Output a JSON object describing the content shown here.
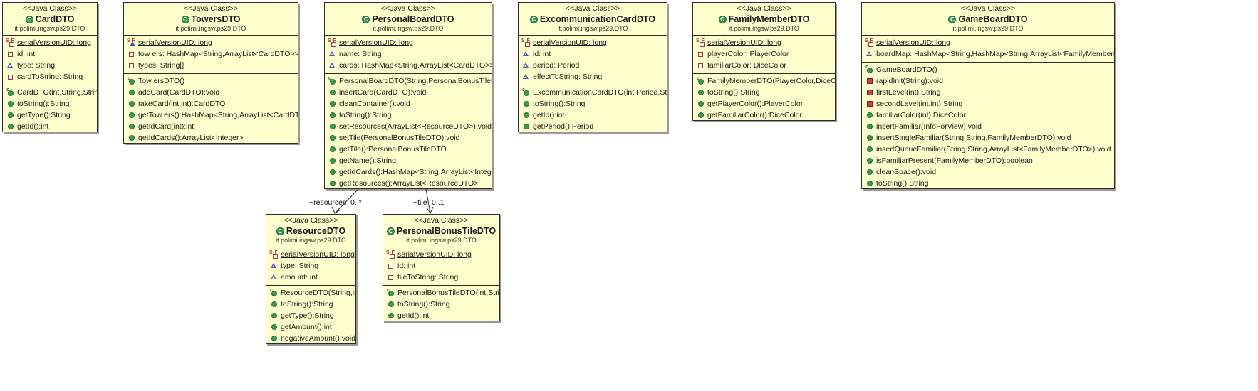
{
  "classes": {
    "carddto": {
      "stereotype": "<<Java Class>>",
      "name": "CardDTO",
      "package": "it.polimi.ingsw.ps29.DTO",
      "fields": [
        {
          "text": "serialVersionUID: long",
          "icon": "static-final-private-icon",
          "underline": true
        },
        {
          "text": "id: int",
          "icon": "private-field-icon"
        },
        {
          "text": "type: String",
          "icon": "package-field-icon"
        },
        {
          "text": "cardToString: String",
          "icon": "private-field-icon"
        }
      ],
      "methods": [
        {
          "text": "CardDTO(int,String,String)",
          "icon": "constructor-icon"
        },
        {
          "text": "toString():String",
          "icon": "public-method-icon"
        },
        {
          "text": "getType():String",
          "icon": "public-method-icon"
        },
        {
          "text": "getId():int",
          "icon": "public-method-icon"
        }
      ]
    },
    "towersdto": {
      "stereotype": "<<Java Class>>",
      "name": "TowersDTO",
      "package": "it.polimi.ingsw.ps29.DTO",
      "fields": [
        {
          "text": "serialVersionUID: long",
          "icon": "static-final-package-icon",
          "underline": true
        },
        {
          "text": "tow ers: HashMap<String,ArrayList<CardDTO>>",
          "icon": "private-field-icon"
        },
        {
          "text": "types: String[]",
          "icon": "private-field-icon"
        }
      ],
      "methods": [
        {
          "text": "Tow ersDTO()",
          "icon": "constructor-icon"
        },
        {
          "text": "addCard(CardDTO):void",
          "icon": "public-method-icon"
        },
        {
          "text": "takeCard(int,int):CardDTO",
          "icon": "public-method-icon"
        },
        {
          "text": "getTow ers():HashMap<String,ArrayList<CardDTO>>",
          "icon": "public-method-icon"
        },
        {
          "text": "getIdCard(int):int",
          "icon": "public-method-icon"
        },
        {
          "text": "getIdCards():ArrayList<Integer>",
          "icon": "public-method-icon"
        }
      ]
    },
    "personalboarddto": {
      "stereotype": "<<Java Class>>",
      "name": "PersonalBoardDTO",
      "package": "it.polimi.ingsw.ps29.DTO",
      "fields": [
        {
          "text": "serialVersionUID: long",
          "icon": "static-final-private-icon",
          "underline": true
        },
        {
          "text": "name: String",
          "icon": "package-field-icon"
        },
        {
          "text": "cards: HashMap<String,ArrayList<CardDTO>>",
          "icon": "package-field-icon"
        }
      ],
      "methods": [
        {
          "text": "PersonalBoardDTO(String,PersonalBonusTileDTO)",
          "icon": "constructor-icon"
        },
        {
          "text": "insertCard(CardDTO):void",
          "icon": "public-method-icon"
        },
        {
          "text": "cleanContainer():void",
          "icon": "public-method-icon"
        },
        {
          "text": "toString():String",
          "icon": "public-method-icon"
        },
        {
          "text": "setResources(ArrayList<ResourceDTO>):void",
          "icon": "public-method-icon"
        },
        {
          "text": "setTile(PersonalBonusTileDTO):void",
          "icon": "public-method-icon"
        },
        {
          "text": "getTile():PersonalBonusTileDTO",
          "icon": "public-method-icon"
        },
        {
          "text": "getName():String",
          "icon": "public-method-icon"
        },
        {
          "text": "getIdCards():HashMap<String,ArrayList<Integer>>",
          "icon": "public-method-icon"
        },
        {
          "text": "getResources():ArrayList<ResourceDTO>",
          "icon": "public-method-icon"
        }
      ]
    },
    "excommunicationcarddto": {
      "stereotype": "<<Java Class>>",
      "name": "ExcommunicationCardDTO",
      "package": "it.polimi.ingsw.ps29.DTO",
      "fields": [
        {
          "text": "serialVersionUID: long",
          "icon": "static-final-private-icon",
          "underline": true
        },
        {
          "text": "id: int",
          "icon": "package-field-icon"
        },
        {
          "text": "period: Period",
          "icon": "package-field-icon"
        },
        {
          "text": "effectToString: String",
          "icon": "package-field-icon"
        }
      ],
      "methods": [
        {
          "text": "ExcommunicationCardDTO(int,Period,String)",
          "icon": "constructor-icon"
        },
        {
          "text": "toString():String",
          "icon": "public-method-icon"
        },
        {
          "text": "getId():int",
          "icon": "public-method-icon"
        },
        {
          "text": "getPeriod():Period",
          "icon": "public-method-icon"
        }
      ]
    },
    "familymemberdto": {
      "stereotype": "<<Java Class>>",
      "name": "FamilyMemberDTO",
      "package": "it.polimi.ingsw.ps29.DTO",
      "fields": [
        {
          "text": "serialVersionUID: long",
          "icon": "static-final-private-icon",
          "underline": true
        },
        {
          "text": "playerColor: PlayerColor",
          "icon": "private-field-icon"
        },
        {
          "text": "familiarColor: DiceColor",
          "icon": "private-field-icon"
        }
      ],
      "methods": [
        {
          "text": "FamilyMemberDTO(PlayerColor,DiceColor)",
          "icon": "constructor-icon"
        },
        {
          "text": "toString():String",
          "icon": "public-method-icon"
        },
        {
          "text": "getPlayerColor():PlayerColor",
          "icon": "public-method-icon"
        },
        {
          "text": "getFamiliarColor():DiceColor",
          "icon": "public-method-icon"
        }
      ]
    },
    "gameboarddto": {
      "stereotype": "<<Java Class>>",
      "name": "GameBoardDTO",
      "package": "it.polimi.ingsw.ps29.DTO",
      "fields": [
        {
          "text": "serialVersionUID: long",
          "icon": "static-final-private-icon",
          "underline": true
        },
        {
          "text": "boardMap: HashMap<String,HashMap<String,ArrayList<FamilyMemberDTO>>>",
          "icon": "package-field-icon"
        }
      ],
      "methods": [
        {
          "text": "GameBoardDTO()",
          "icon": "constructor-icon"
        },
        {
          "text": "rapidInit(String):void",
          "icon": "private-method-icon"
        },
        {
          "text": "firstLevel(int):String",
          "icon": "private-method-icon"
        },
        {
          "text": "secondLevel(int,int):String",
          "icon": "private-method-icon"
        },
        {
          "text": "familiarColor(int):DiceColor",
          "icon": "public-method-icon"
        },
        {
          "text": "insertFamiliar(InfoForView):void",
          "icon": "public-method-icon"
        },
        {
          "text": "insertSingleFamiliar(String,String,FamilyMemberDTO):void",
          "icon": "public-method-icon"
        },
        {
          "text": "insertQueueFamiliar(String,String,ArrayList<FamilyMemberDTO>):void",
          "icon": "public-method-icon"
        },
        {
          "text": "isFamiliarPresent(FamilyMemberDTO):boolean",
          "icon": "public-method-icon"
        },
        {
          "text": "cleanSpace():void",
          "icon": "public-method-icon"
        },
        {
          "text": "toString():String",
          "icon": "public-method-icon"
        }
      ]
    },
    "resourcedto": {
      "stereotype": "<<Java Class>>",
      "name": "ResourceDTO",
      "package": "it.polimi.ingsw.ps29.DTO",
      "fields": [
        {
          "text": "serialVersionUID: long",
          "icon": "static-final-private-icon",
          "underline": true
        },
        {
          "text": "type: String",
          "icon": "package-field-icon"
        },
        {
          "text": "amount: int",
          "icon": "package-field-icon"
        }
      ],
      "methods": [
        {
          "text": "ResourceDTO(String,int)",
          "icon": "constructor-icon"
        },
        {
          "text": "toString():String",
          "icon": "public-method-icon"
        },
        {
          "text": "getType():String",
          "icon": "public-method-icon"
        },
        {
          "text": "getAmount():int",
          "icon": "public-method-icon"
        },
        {
          "text": "negativeAmount():void",
          "icon": "public-method-icon"
        }
      ]
    },
    "personalbonustiledto": {
      "stereotype": "<<Java Class>>",
      "name": "PersonalBonusTileDTO",
      "package": "it.polimi.ingsw.ps29.DTO",
      "fields": [
        {
          "text": "serialVersionUID: long",
          "icon": "static-final-private-icon",
          "underline": true
        },
        {
          "text": "id: int",
          "icon": "private-field-icon"
        },
        {
          "text": "tileToString: String",
          "icon": "private-field-icon"
        }
      ],
      "methods": [
        {
          "text": "PersonalBonusTileDTO(int,String)",
          "icon": "constructor-icon"
        },
        {
          "text": "toString():String",
          "icon": "public-method-icon"
        },
        {
          "text": "getId():int",
          "icon": "public-method-icon"
        }
      ]
    }
  },
  "associations": {
    "resources": {
      "role": "~resources",
      "multiplicity": "0..*"
    },
    "tile": {
      "role": "~tile",
      "multiplicity": "0..1"
    }
  }
}
